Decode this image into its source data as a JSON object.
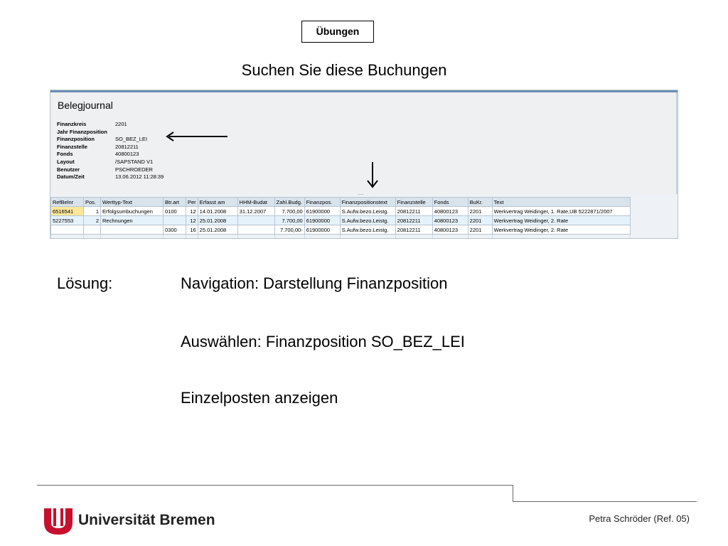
{
  "tag": "Übungen",
  "slide_title": "Suchen Sie diese Buchungen",
  "sap": {
    "title": "Belegjournal",
    "meta": [
      {
        "label": "Finanzkreis",
        "value": "2201"
      },
      {
        "label": "Jahr Finanzposition",
        "value": ""
      },
      {
        "label": "Finanzposition",
        "value": "SO_BEZ_LEI"
      },
      {
        "label": "Finanzstelle",
        "value": "20812211"
      },
      {
        "label": "Fonds",
        "value": "40800123"
      },
      {
        "label": "Layout",
        "value": "/SAPSTAND V1"
      },
      {
        "label": "Benutzer",
        "value": "PSCHROEDER"
      },
      {
        "label": "Datum/Zeit",
        "value": "13.06.2012 11:28:39"
      }
    ],
    "dots": ".....",
    "columns": [
      "RefBelnr",
      "Pos.",
      "Werttyp-Text",
      "Btr.art",
      "Per",
      "Erfasst am",
      "HHM-Budat",
      "Zahl.Budg.",
      "Finanzpos.",
      "Finanzpositionstext",
      "Finanzstelle",
      "Fonds",
      "BuKr.",
      "Text"
    ],
    "rows": [
      [
        "6516541",
        "1",
        "Erfolgsumbuchungen",
        "0100",
        "12",
        "14.01.2008",
        "31.12.2007",
        "7.700,00",
        "61900000",
        "S.Aufw.bezo.Leistg.",
        "20812211",
        "40800123",
        "2201",
        "Werkvertrag Weidinger, 1. Rate,UB 5222871/2007"
      ],
      [
        "5227553",
        "2",
        "Rechnungen",
        "",
        "12",
        "25.01.2008",
        "",
        "7.700,00",
        "61900000",
        "S.Aufw.bezo.Leistg.",
        "20812211",
        "40800123",
        "2201",
        "Werkvertrag Weidinger, 2. Rate"
      ],
      [
        "",
        "",
        "",
        "0300",
        "16",
        "25.01.2008",
        "",
        "7.700,00-",
        "61900000",
        "S.Aufw.bezo.Leistg.",
        "20812211",
        "40800123",
        "2201",
        "Werkvertrag Weidinger, 2. Rate"
      ]
    ]
  },
  "loesung_label": "Lösung:",
  "lines": [
    "Navigation: Darstellung Finanzposition",
    "Auswählen: Finanzposition SO_BEZ_LEI",
    " Einzelposten anzeigen"
  ],
  "arrow_glyph": "",
  "footer": {
    "university": "Universität Bremen",
    "credit": "Petra Schröder (Ref. 05)"
  },
  "colors": {
    "logo_red": "#c8102e",
    "highlight": "#ffe79a",
    "row_alt": "#e6f2fb"
  }
}
